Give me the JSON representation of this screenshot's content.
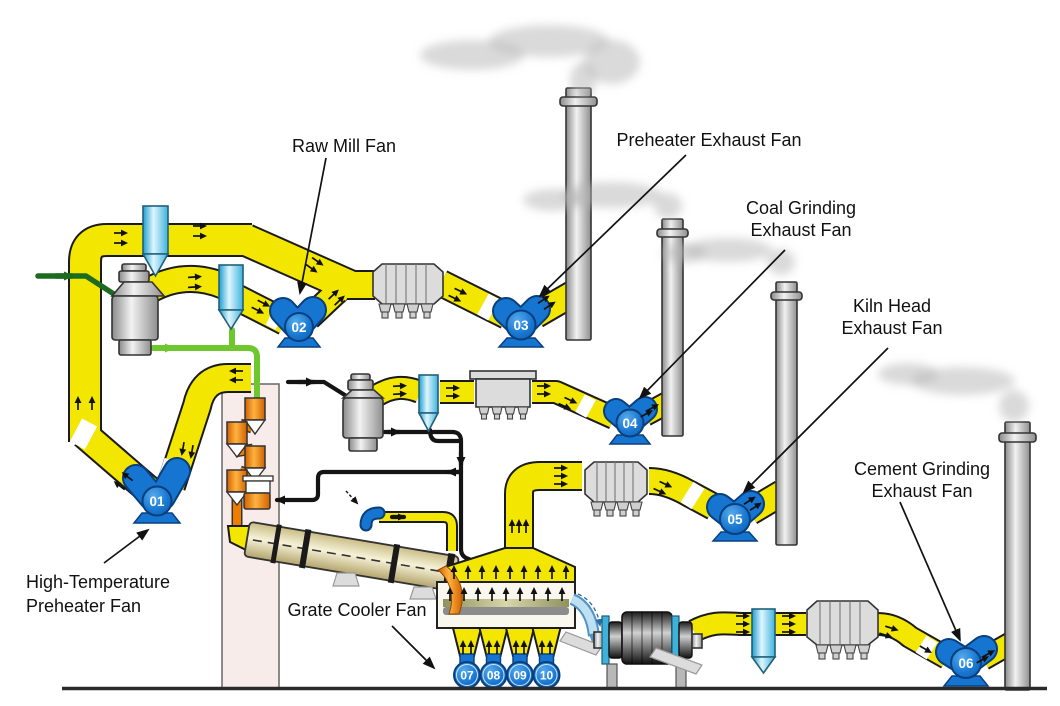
{
  "colors": {
    "duct_yellow": "#f3e600",
    "duct_outline": "#1a1a1a",
    "fan_blue": "#1575d0",
    "fan_blue_dark": "#0a3f7d",
    "pipe_black": "#141414",
    "green_dark": "#1c6b1f",
    "green_light": "#6fc72e",
    "orange": "#f08010",
    "tower_pink": "#f8ecea",
    "metal_gray": "#d9d9d9",
    "kiln_beige": "#f6f1d6",
    "smoke_gray": "#b5b5b5",
    "cooler_white": "#faf7ef",
    "clinker_blue": "#4f94c4",
    "cyclone_cyan": "#9adef5",
    "ground": "#2a2a2a"
  },
  "labels": {
    "raw_mill_fan": {
      "line1": "Raw Mill Fan"
    },
    "preheater_exhaust_fan": {
      "line1": "Preheater Exhaust Fan"
    },
    "coal_grinding_exhaust_fan": {
      "line1": "Coal Grinding",
      "line2": "Exhaust Fan"
    },
    "kiln_head_exhaust_fan": {
      "line1": "Kiln Head",
      "line2": "Exhaust Fan"
    },
    "cement_grinding_exhaust_fan": {
      "line1": "Cement Grinding",
      "line2": "Exhaust Fan"
    },
    "high_temperature_preheater_fan": {
      "line1": "High-Temperature",
      "line2": "Preheater Fan"
    },
    "grate_cooler_fan": {
      "line1": "Grate Cooler Fan"
    }
  },
  "fans": [
    {
      "number": "01"
    },
    {
      "number": "02"
    },
    {
      "number": "03"
    },
    {
      "number": "04"
    },
    {
      "number": "05"
    },
    {
      "number": "06"
    },
    {
      "number": "07"
    },
    {
      "number": "08"
    },
    {
      "number": "09"
    },
    {
      "number": "10"
    }
  ]
}
